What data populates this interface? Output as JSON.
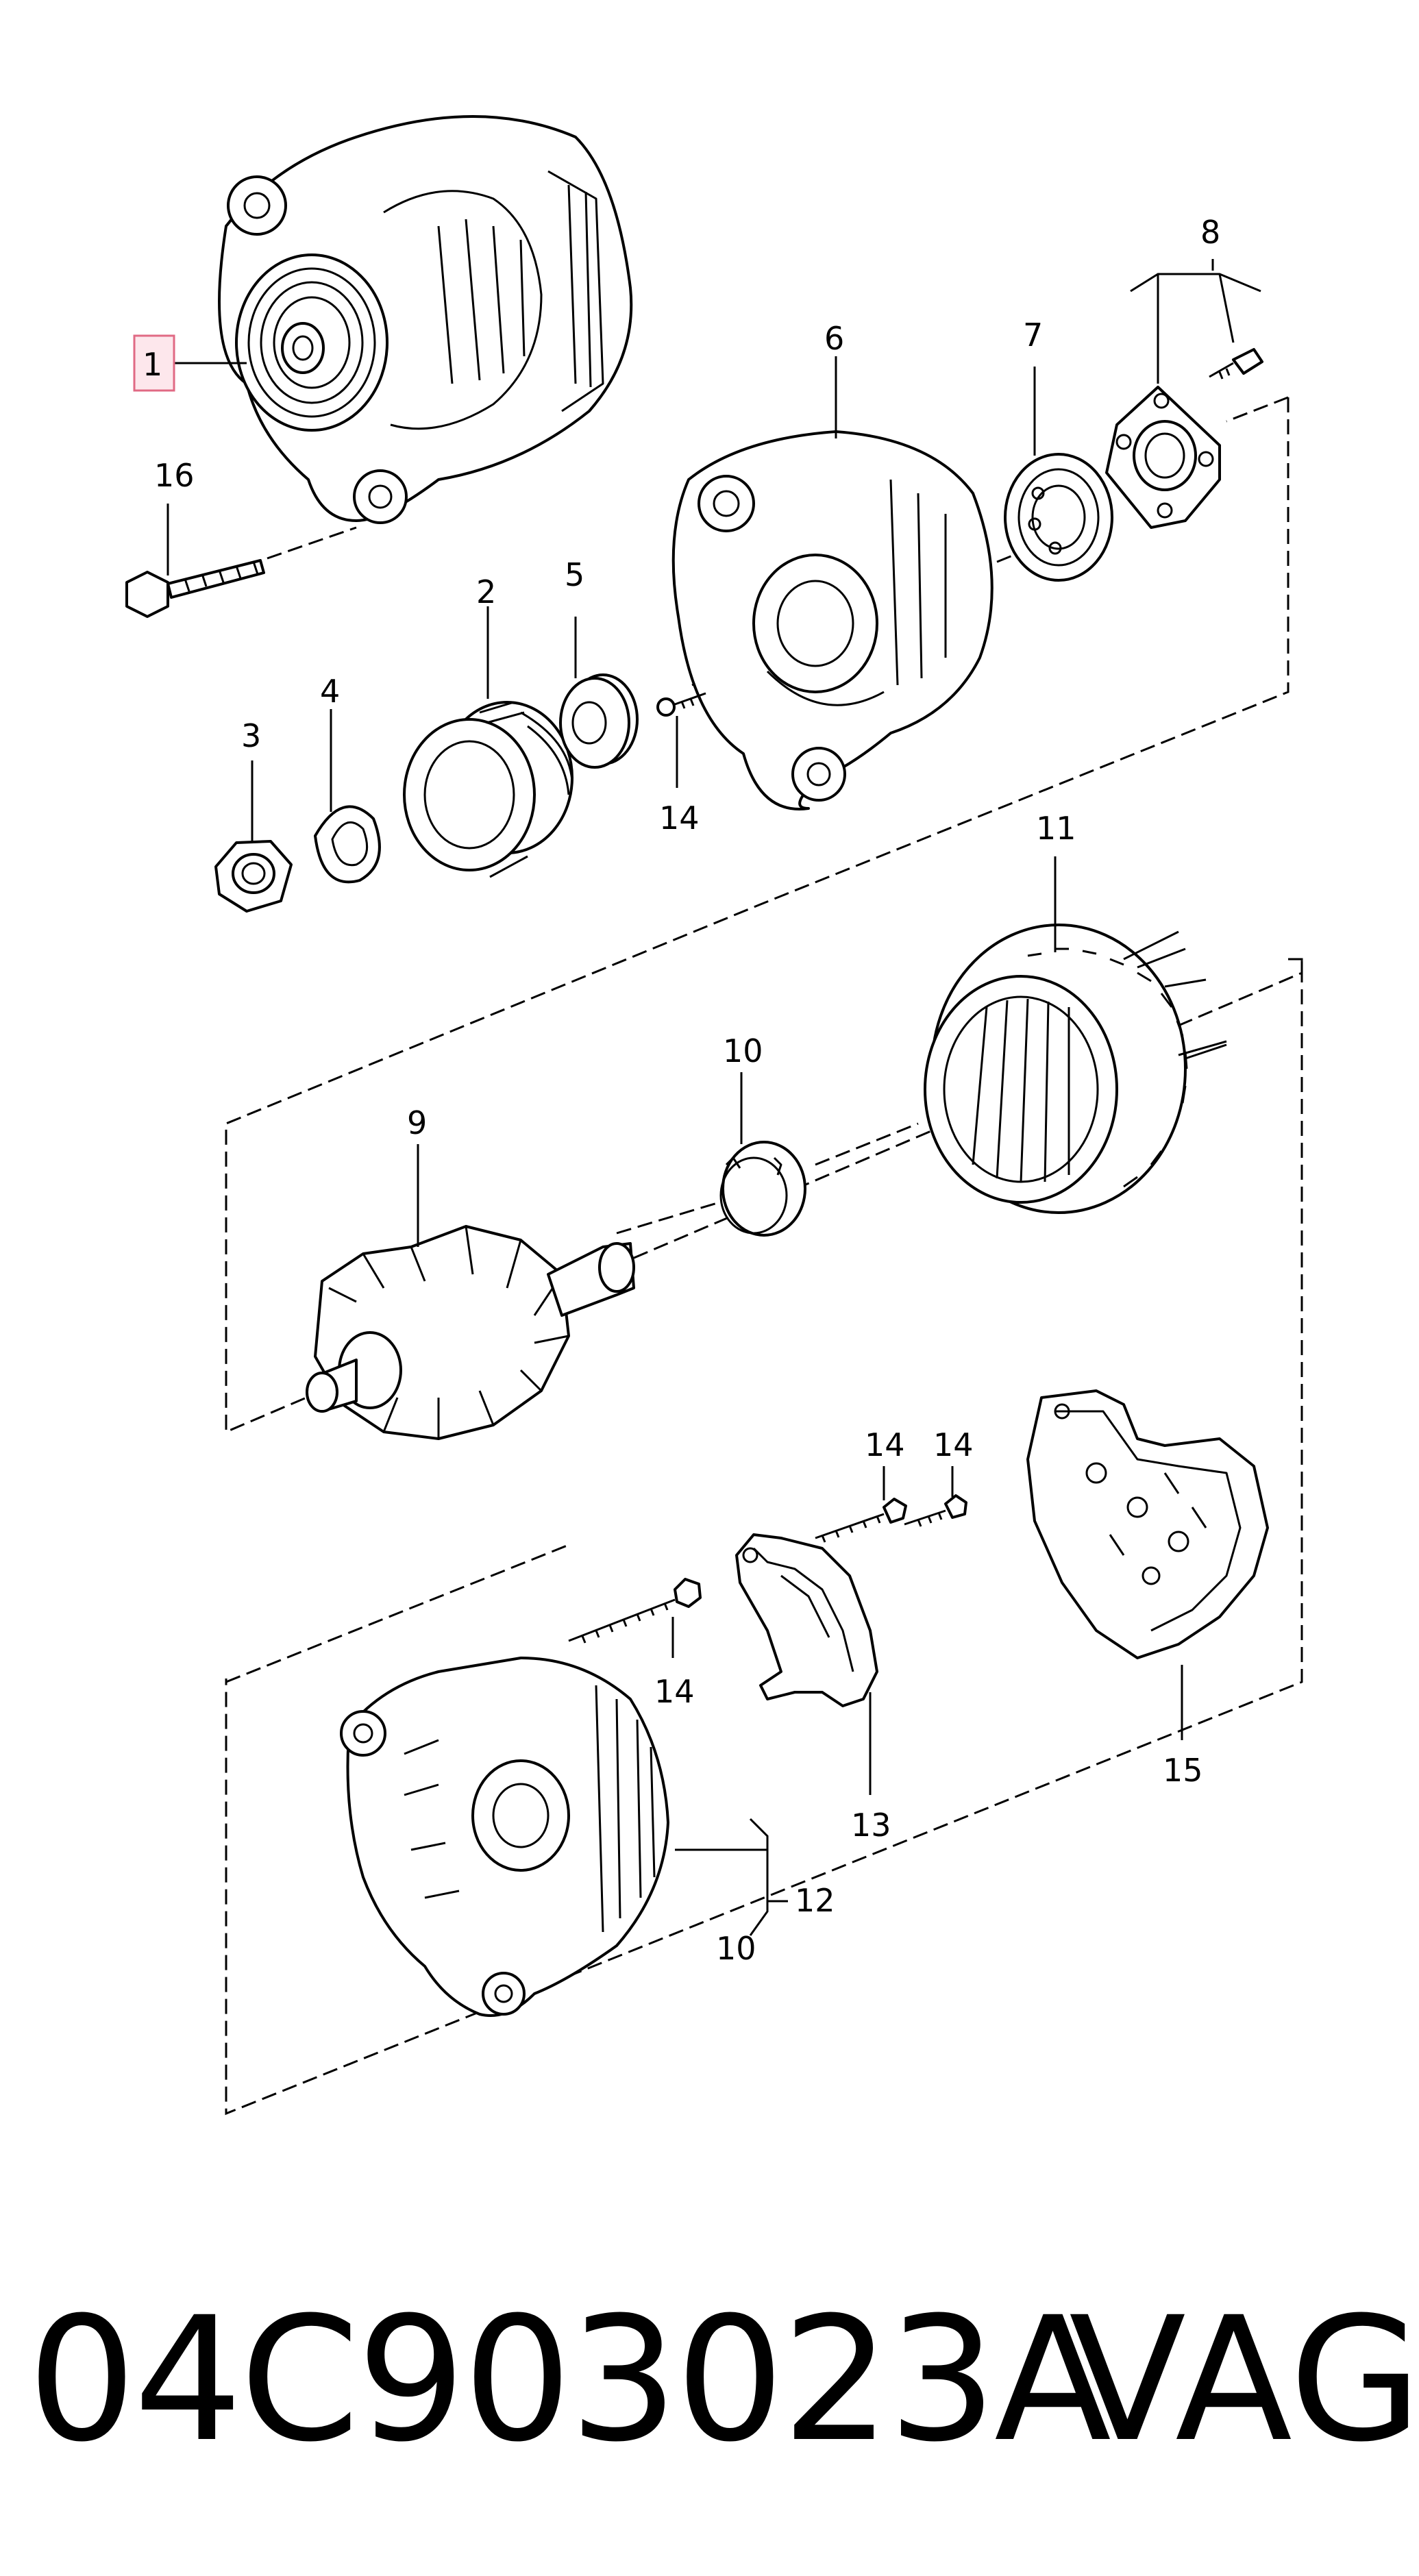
{
  "diagram": {
    "callouts": {
      "c1": "1",
      "c2": "2",
      "c3": "3",
      "c4": "4",
      "c5": "5",
      "c6": "6",
      "c7": "7",
      "c8": "8",
      "c9": "9",
      "c10a": "10",
      "c11": "11",
      "c12": "12",
      "c10b": "10",
      "c13": "13",
      "c14a": "14",
      "c14b": "14",
      "c14c": "14",
      "c14d": "14",
      "c15": "15",
      "c16": "16"
    },
    "highlighted_callout": "1",
    "highlight_color": "#fde7ec"
  },
  "footer": {
    "part_number": "04C903023A",
    "brand": "VAG"
  }
}
